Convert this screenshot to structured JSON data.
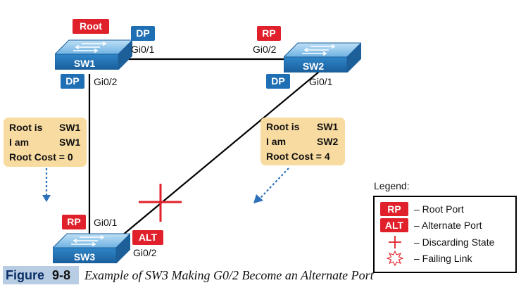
{
  "switches": {
    "sw1": {
      "name": "SW1",
      "root_badge": "Root"
    },
    "sw2": {
      "name": "SW2"
    },
    "sw3": {
      "name": "SW3"
    }
  },
  "ports": {
    "sw1_gi01": {
      "role": "DP",
      "interface": "Gi0/1"
    },
    "sw1_gi02": {
      "role": "DP",
      "interface": "Gi0/2"
    },
    "sw2_gi02": {
      "role": "RP",
      "interface": "Gi0/2"
    },
    "sw2_gi01": {
      "role": "DP",
      "interface": "Gi0/1"
    },
    "sw3_gi01": {
      "role": "RP",
      "interface": "Gi0/1"
    },
    "sw3_gi02": {
      "role": "ALT",
      "interface": "Gi0/2"
    }
  },
  "bubbles": {
    "sw1_hello": {
      "line1_label": "Root is",
      "line1_value": "SW1",
      "line2_label": "I am",
      "line2_value": "SW1",
      "line3": "Root Cost = 0"
    },
    "sw2_hello": {
      "line1_label": "Root is",
      "line1_value": "SW1",
      "line2_label": "I am",
      "line2_value": "SW2",
      "line3": "Root Cost = 4"
    }
  },
  "legend": {
    "title": "Legend:",
    "items": [
      {
        "badge": "RP",
        "text": "– Root Port"
      },
      {
        "badge": "ALT",
        "text": "– Alternate Port"
      },
      {
        "icon": "discarding-cross-icon",
        "text": "– Discarding State"
      },
      {
        "icon": "failing-link-starburst-icon",
        "text": "– Failing Link"
      }
    ]
  },
  "caption": {
    "figure_word": "Figure",
    "figure_number": "9-8",
    "title": "Example of SW3 Making G0/2 Become an Alternate Port"
  },
  "colors": {
    "designated_port": "#1f6fb5",
    "root_and_alternate": "#e0202a",
    "switch_blue": "#2a7cc0",
    "bubble_fill": "#f8dba0",
    "bubble_arrow": "#2b70b8",
    "caption_bg": "#b8cde3"
  }
}
